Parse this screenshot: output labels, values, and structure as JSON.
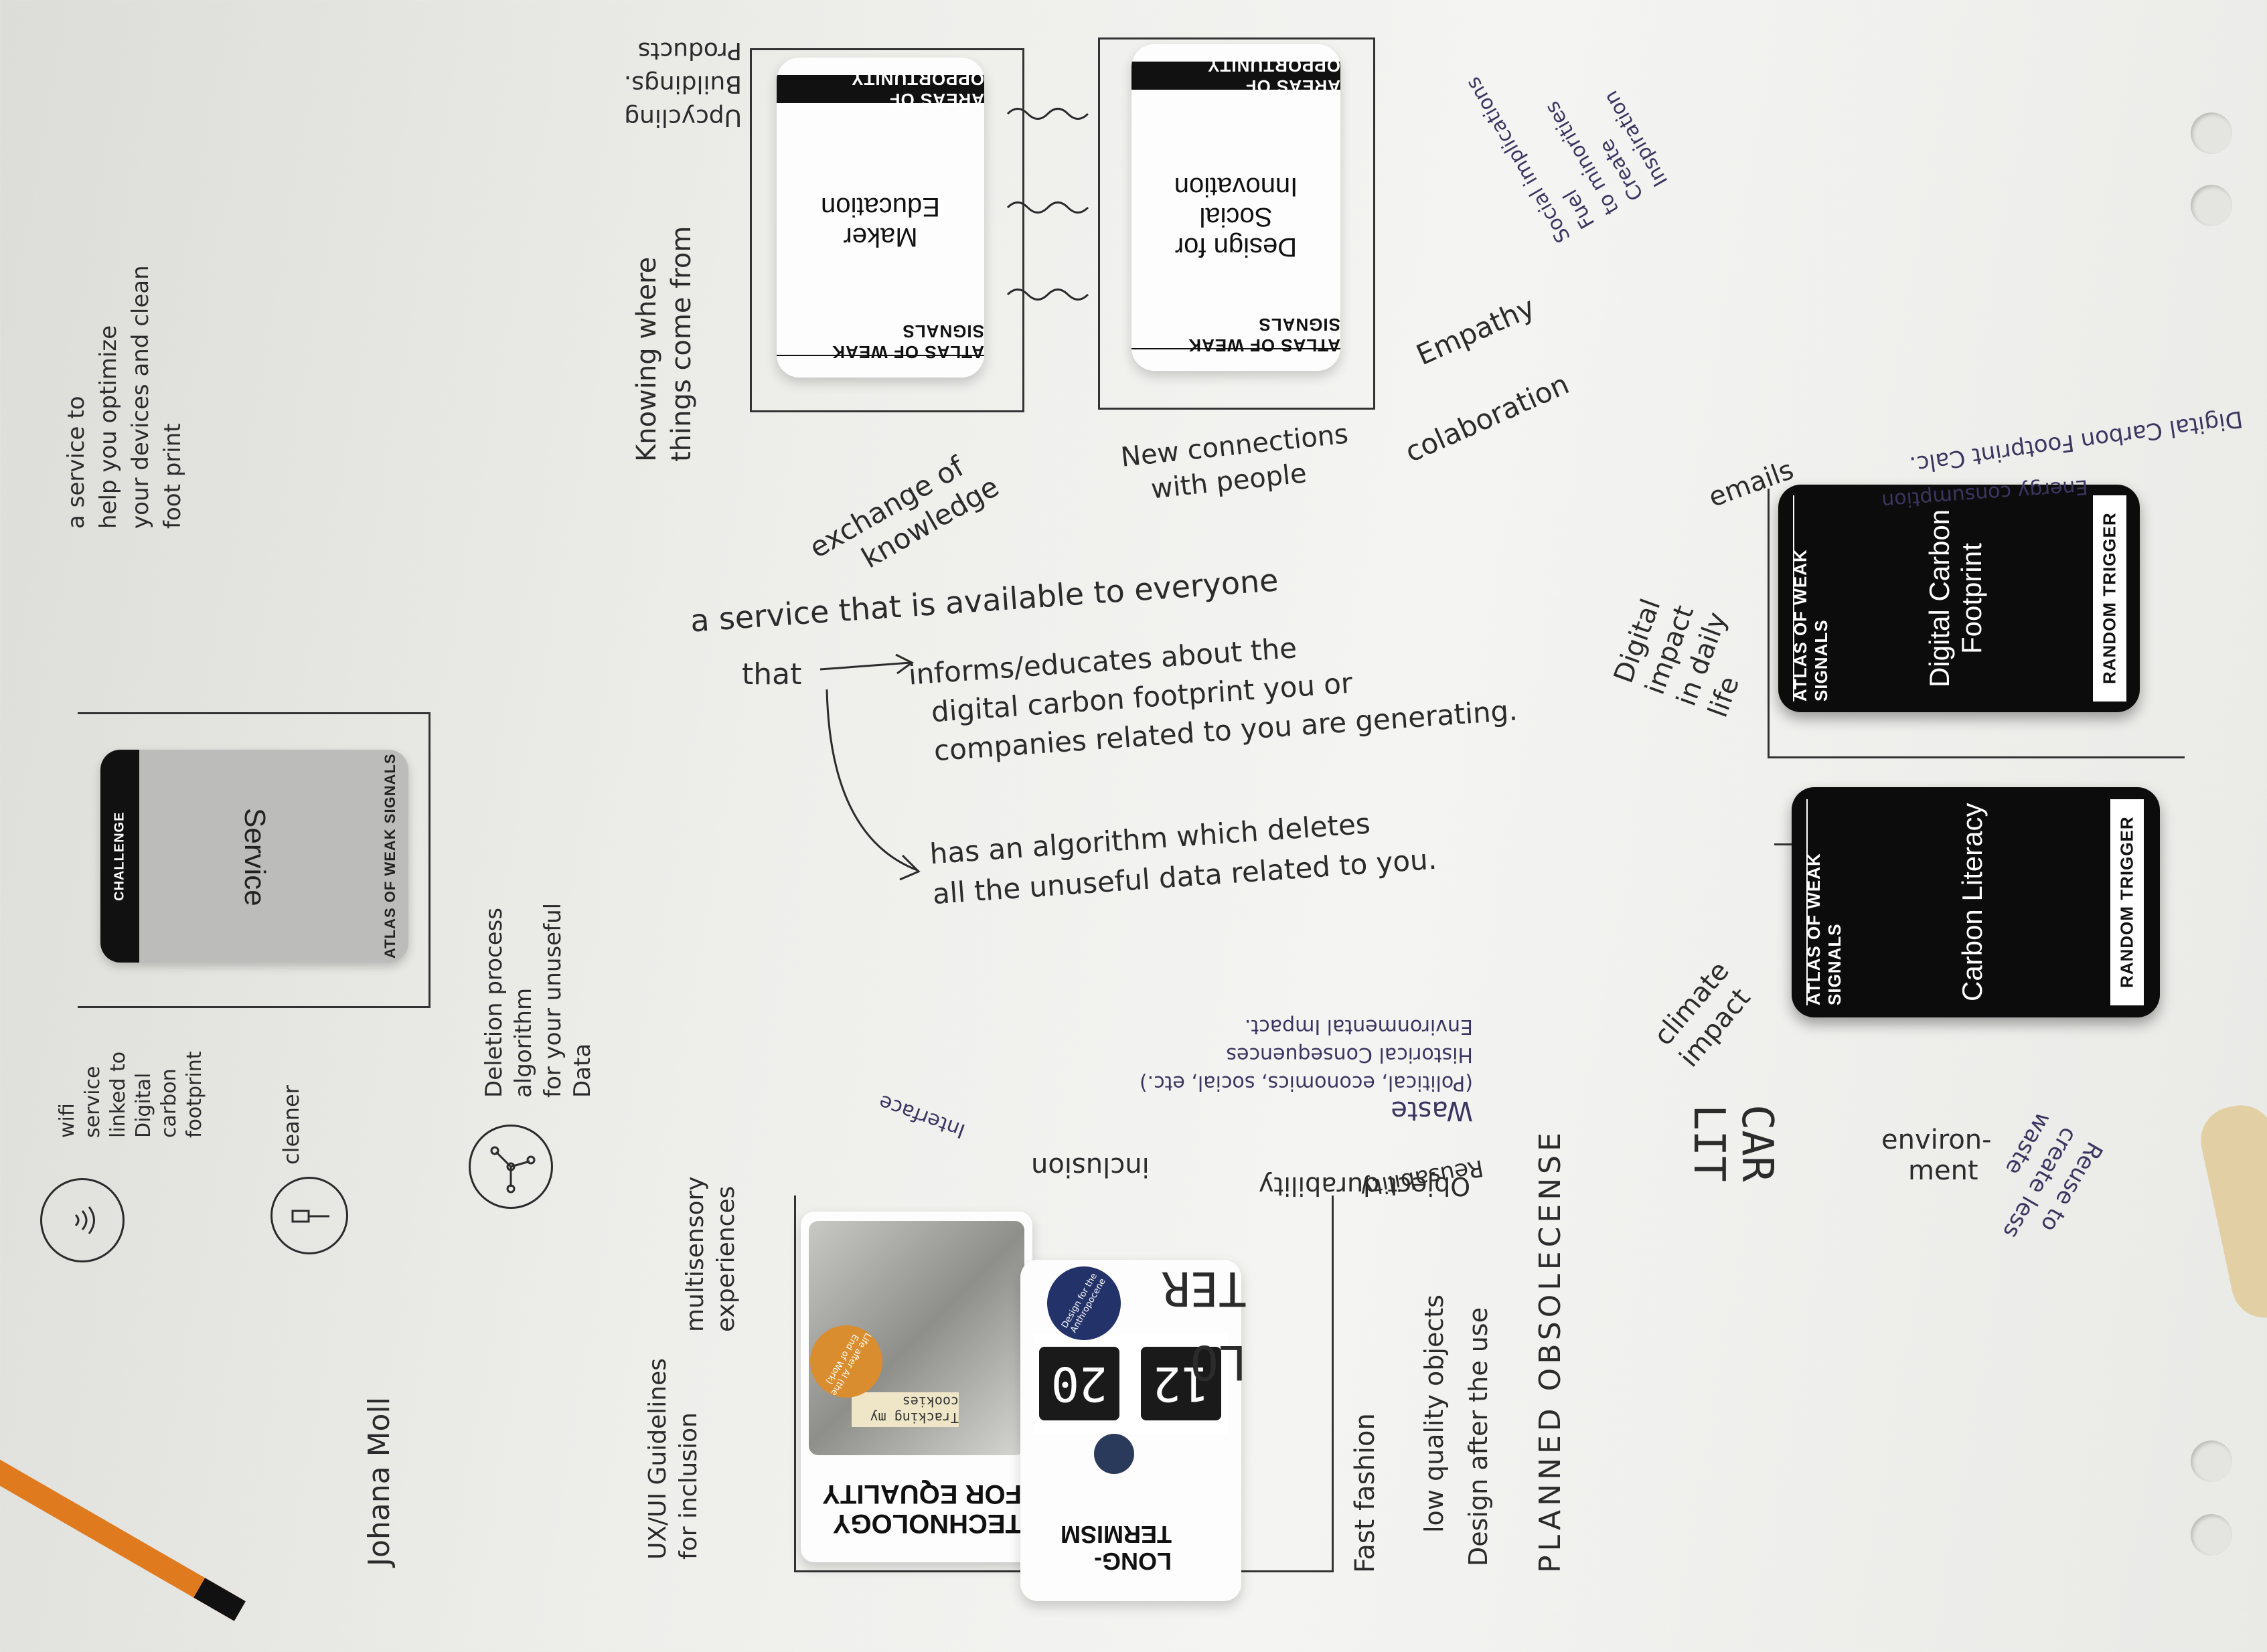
{
  "author": "Johana Moll",
  "cards": {
    "service": {
      "deck": "ATLAS OF WEAK SIGNALS",
      "title": "Service",
      "type": "CHALLENGE"
    },
    "maker": {
      "deck": "ATLAS OF WEAK SIGNALS",
      "title": "Maker Education",
      "type": "AREAS OF OPPORTUNITY"
    },
    "social": {
      "deck": "ATLAS OF WEAK SIGNALS",
      "title": "Design for Social Innovation",
      "type": "AREAS OF OPPORTUNITY"
    },
    "carbon_footprint": {
      "deck": "ATLAS OF WEAK SIGNALS",
      "title": "Digital Carbon Footprint",
      "type": "RANDOM TRIGGER"
    },
    "carbon_literacy": {
      "deck": "ATLAS OF WEAK SIGNALS",
      "title": "Carbon Literacy",
      "type": "RANDOM TRIGGER"
    },
    "tech_equality": {
      "title": "TECHNOLOGY FOR EQUALITY",
      "badge": "Life after AI (the End of Work)",
      "screen_text": "Tracking my cookies"
    },
    "long_termism": {
      "title": "LONG-TERMISM",
      "badge": "Design for the Anthropocene",
      "clock_hours": "12",
      "clock_minutes": "20"
    }
  },
  "notes": {
    "service_intro": [
      "a service to",
      "help you optimize",
      "your devices and clean",
      "foot print"
    ],
    "wifi": [
      "wifi",
      "service",
      "linked to",
      "Digital",
      "carbon",
      "footprint"
    ],
    "cleaner": "cleaner",
    "deletion": [
      "Deletion process",
      "algorithm",
      "for your unuseful",
      "Data"
    ],
    "main_idea_1": "a service that is available to everyone",
    "main_idea_that": "that",
    "main_idea_2": [
      "informs/educates about the",
      "digital carbon footprint you or",
      "companies related to you are generating."
    ],
    "main_idea_3": [
      "has an algorithm which deletes",
      "all the unuseful data related to you."
    ],
    "knowing": [
      "Knowing where",
      "things come from"
    ],
    "exchange": [
      "exchange of",
      "knowledge"
    ],
    "new_connections": [
      "New connections",
      "with people"
    ],
    "empathy": "Empathy",
    "colaboration": "colaboration",
    "upcycling": [
      "Upcycling",
      "Buildings.",
      "Products"
    ],
    "social_implications": [
      "Social implications",
      "Fuel",
      "to minorities",
      "Create",
      "Inspiration"
    ],
    "digital_impact": [
      "Digital",
      "impact",
      "in daily",
      "life"
    ],
    "emails": "emails",
    "energy": "Energy consumption",
    "digital_carbon_calc": "Digital Carbon Footprint Calc.",
    "climate_impact": [
      "climate",
      "impact"
    ],
    "carbon_lit_partial": [
      "CAR",
      "LIT"
    ],
    "environment": [
      "environ-",
      "ment"
    ],
    "reuse": [
      "Reuse to",
      "create less",
      "waste"
    ],
    "ux_guidelines": [
      "UX/UI Guidelines",
      "for inclusion"
    ],
    "multisensory": [
      "multisensory",
      "experiences"
    ],
    "inclusion": "inclusion",
    "interface": "Interface",
    "object_durability": "Object durability",
    "waste": [
      "Waste",
      "(Political, economics, social, etc.)",
      "Historical Consequences",
      "Environmental Impact."
    ],
    "reusability": "Reusability",
    "fast_fashion": "Fast fashion",
    "low_quality": "low quality objects",
    "design_after": "Design after the use",
    "planned": "PLANNED OBSOLECENSE",
    "longterm_partial": [
      "LO",
      "TER"
    ]
  },
  "colors": {
    "paper": "#f1f1ef",
    "ink": "#2b2b2b",
    "pen": "#3b3560",
    "card_black": "#0c0c0c",
    "orange": "#d98d2e",
    "navy": "#23336a"
  }
}
